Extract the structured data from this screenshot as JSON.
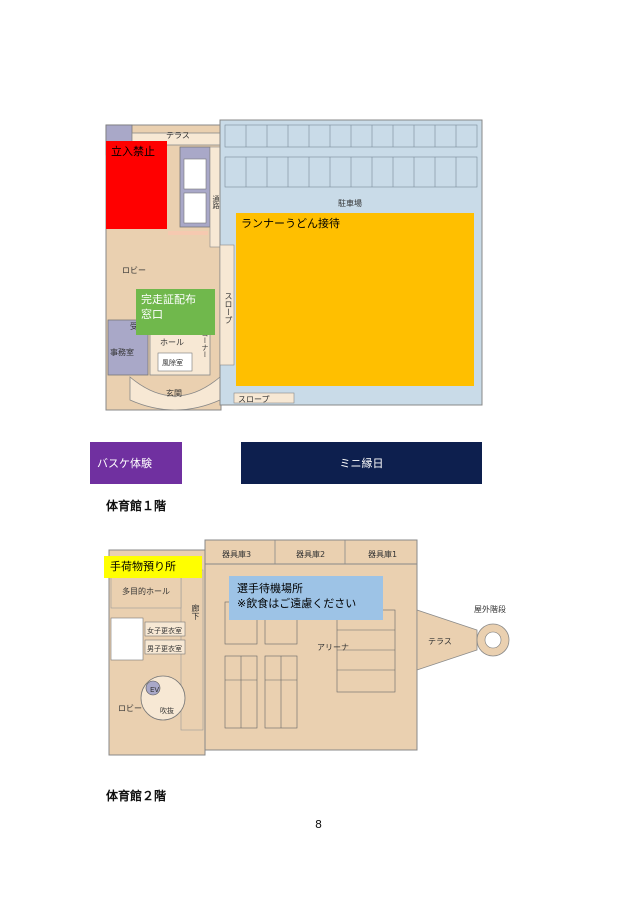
{
  "colors": {
    "red_zone": "#ff0000",
    "orange_zone": "#ffbf00",
    "green_zone": "#70b84c",
    "blue_zone": "#9dc3e6",
    "yellow_tag": "#ffff00",
    "purple_btn": "#7030a0",
    "navy_btn": "#0d1f4e",
    "floor_tan": "#ead0b0",
    "floor_light": "#f7e8d4",
    "lot_blue": "#c9dbe8",
    "wall_gray": "#a9a8c8"
  },
  "floor1": {
    "caption": "体育館１階",
    "labels": {
      "terrace": "テラス",
      "parking": "駐車場",
      "lobby": "ロビー",
      "office": "事務室",
      "hall": "ホール",
      "windbreak": "風除室",
      "entrance": "玄関",
      "slope_vertical": "スロープ",
      "slope_bottom": "スロープ",
      "corridor": "通路",
      "corner": "コーナー",
      "reception": "受"
    },
    "zones": {
      "no_entry": "立入禁止",
      "runner_udon": "ランナーうどん接待",
      "certificate": "完走証配布\n窓口"
    },
    "buttons": {
      "basket": "バスケ体験",
      "mini_ennichi": "ミニ縁日"
    }
  },
  "floor2": {
    "caption": "体育館２階",
    "labels": {
      "storage3": "器具庫3",
      "storage2": "器具庫2",
      "storage1": "器具庫1",
      "multipurpose": "多目的ホール",
      "corridor": "廊下",
      "women_change": "女子更衣室",
      "men_change": "男子更衣室",
      "arena": "アリーナ",
      "terrace": "テラス",
      "outdoor_stairs": "屋外階段",
      "lobby": "ロビー",
      "ev": "EV",
      "stairwell": "吹抜"
    },
    "zones": {
      "luggage": "手荷物預り所",
      "waiting": "選手待機場所\n※飲食はご遠慮ください"
    }
  },
  "page_number": "8"
}
